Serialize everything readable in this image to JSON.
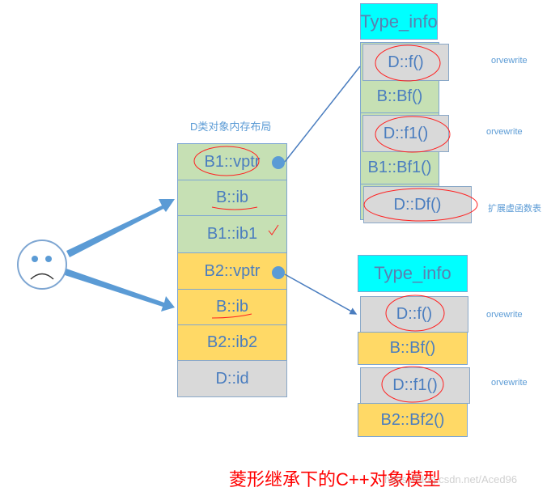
{
  "layout_title": "D类对象内存布局",
  "memory": [
    "B1::vptr",
    "B::ib",
    "B1::ib1",
    "B2::vptr",
    "B::ib",
    "B2::ib2",
    "D::id"
  ],
  "vtable1": {
    "header": "Type_info",
    "entries": [
      "D::f()",
      "B::Bf()",
      "D::f1()",
      "B1::Bf1()",
      "D::Df()"
    ]
  },
  "vtable2": {
    "header": "Type_info",
    "entries": [
      "D::f()",
      "B::Bf()",
      "D::f1()",
      "B2::Bf2()"
    ]
  },
  "notes": {
    "overwrite1": "orvewrite",
    "overwrite2": "orvewrite",
    "extend": "扩展虚函数表",
    "overwrite3": "orvewrite",
    "overwrite4": "orvewrite"
  },
  "caption": "菱形继承下的C++对象模型",
  "watermark": "https://blog.csdn.net/Aced96",
  "colors": {
    "green": "#c6e0b4",
    "yellow": "#ffd966",
    "gray": "#d9d9d9",
    "cyan": "#00ffff",
    "annotation": "#ff0000"
  }
}
